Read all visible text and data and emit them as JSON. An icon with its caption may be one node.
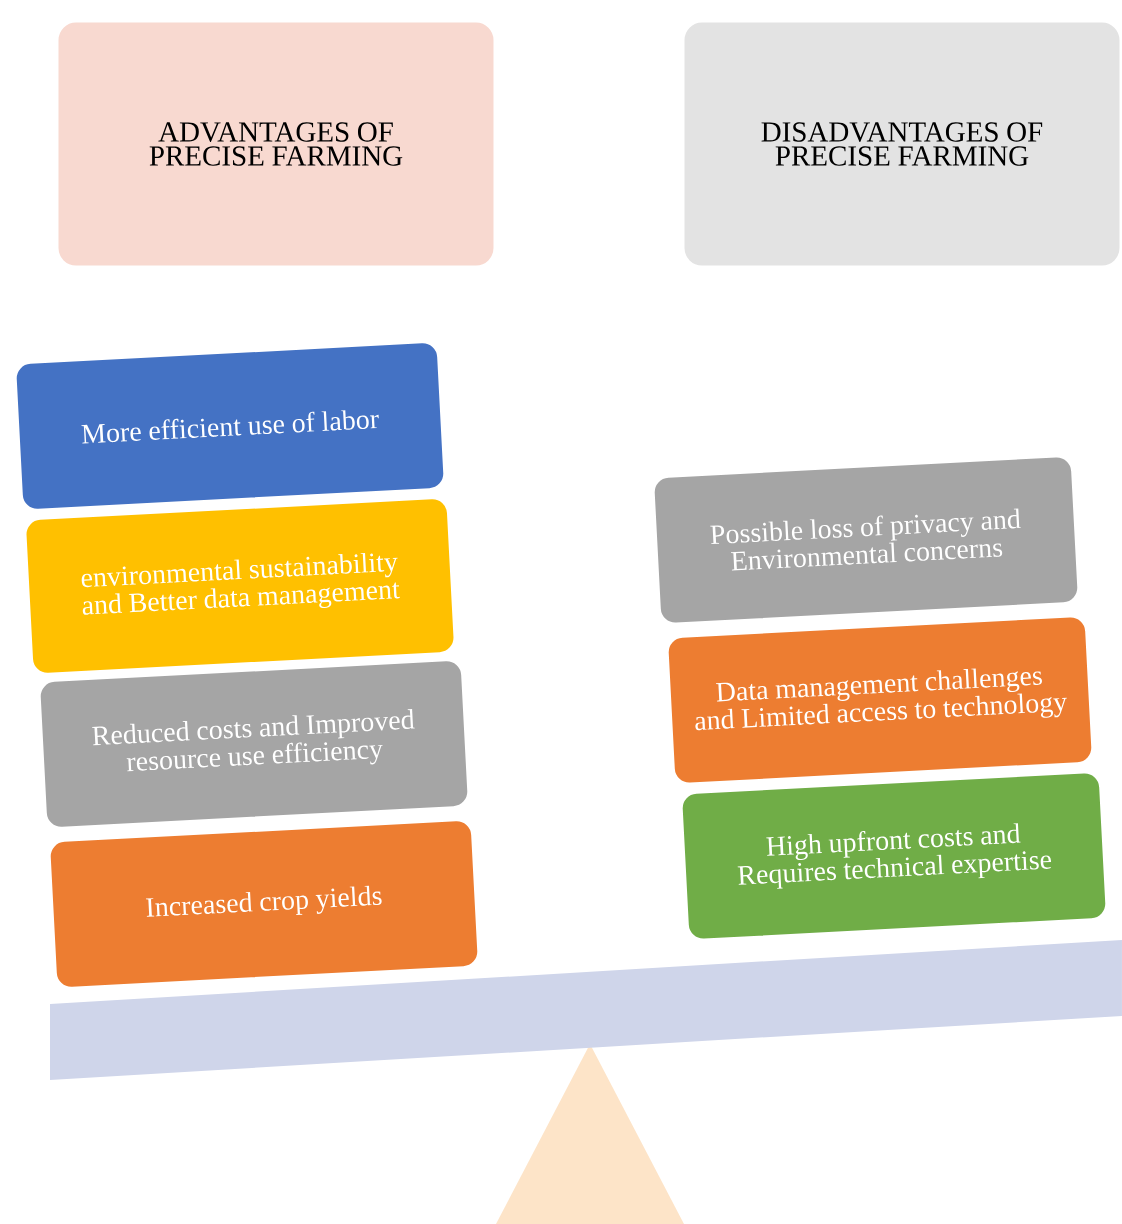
{
  "diagram": {
    "nodes": [
      {
        "text": [
          "ADVANTAGES OF PRECISE FARMING"
        ]
      },
      {
        "text": [
          "DISADVANTAGES OF PRECISE FARMING"
        ]
      },
      {
        "text": [
          "More efficient use of labor"
        ]
      },
      {
        "text": [
          "environmental sustainability and Better data management"
        ]
      },
      {
        "text": [
          "Reduced costs and Improved resource use efficiency"
        ]
      },
      {
        "text": [
          "Increased crop yields"
        ]
      },
      {
        "text": [
          "Possible loss of privacy and Environmental concerns"
        ]
      },
      {
        "text": [
          "Data management challenges and Limited access to technology"
        ]
      },
      {
        "text": [
          "High upfront costs and Requires technical expertise"
        ]
      }
    ]
  }
}
